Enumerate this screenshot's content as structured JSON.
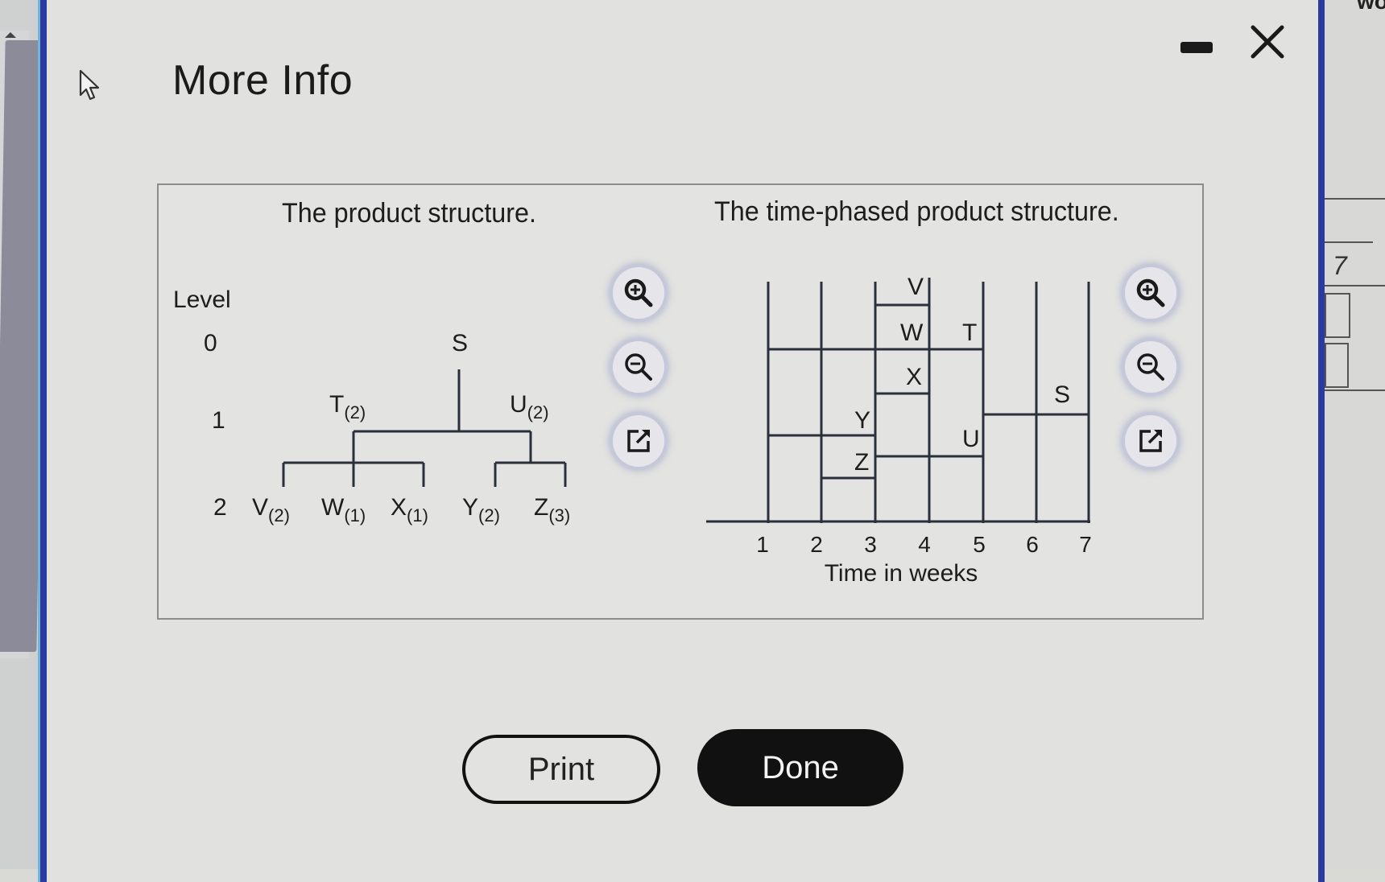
{
  "dialog": {
    "title": "More Info",
    "minimize_label": "minimize",
    "close_label": "close"
  },
  "left_panel": {
    "title": "The product structure.",
    "level_header": "Level",
    "levels": [
      "0",
      "1",
      "2"
    ],
    "nodes": {
      "S": {
        "name": "S",
        "qty": ""
      },
      "T": {
        "name": "T",
        "qty": "(2)"
      },
      "U": {
        "name": "U",
        "qty": "(2)"
      },
      "V": {
        "name": "V",
        "qty": "(2)"
      },
      "W": {
        "name": "W",
        "qty": "(1)"
      },
      "X": {
        "name": "X",
        "qty": "(1)"
      },
      "Y": {
        "name": "Y",
        "qty": "(2)"
      },
      "Z": {
        "name": "Z",
        "qty": "(3)"
      }
    },
    "tools": [
      "zoom-in",
      "zoom-out",
      "open-external"
    ]
  },
  "right_panel": {
    "title": "The time-phased product structure.",
    "x_label": "Time in weeks",
    "x_ticks": [
      "1",
      "2",
      "3",
      "4",
      "5",
      "6",
      "7"
    ],
    "labels": {
      "V": "V",
      "W": "W",
      "X": "X",
      "T": "T",
      "Y": "Y",
      "Z": "Z",
      "U": "U",
      "S": "S"
    },
    "tools": [
      "zoom-in",
      "zoom-out",
      "open-external"
    ]
  },
  "buttons": {
    "print": "Print",
    "done": "Done"
  },
  "background": {
    "right_value": "7"
  },
  "chart_data": {
    "type": "gantt",
    "title": "The time-phased product structure.",
    "xlabel": "Time in weeks",
    "x_ticks": [
      1,
      2,
      3,
      4,
      5,
      6,
      7
    ],
    "xlim": [
      1,
      7
    ],
    "bars": [
      {
        "item": "S",
        "start": 5,
        "end": 7
      },
      {
        "item": "T",
        "start": 1,
        "end": 5
      },
      {
        "item": "U",
        "start": 3,
        "end": 5
      },
      {
        "item": "V",
        "start": 3,
        "end": 4
      },
      {
        "item": "W",
        "start": 3,
        "end": 4
      },
      {
        "item": "X",
        "start": 3,
        "end": 4
      },
      {
        "item": "Y",
        "start": 1,
        "end": 3
      },
      {
        "item": "Z",
        "start": 2,
        "end": 3
      }
    ],
    "product_structure": {
      "S": {
        "children": [
          {
            "item": "T",
            "qty": 2
          },
          {
            "item": "U",
            "qty": 2
          }
        ]
      },
      "T": {
        "children": [
          {
            "item": "V",
            "qty": 2
          },
          {
            "item": "W",
            "qty": 1
          },
          {
            "item": "X",
            "qty": 1
          }
        ]
      },
      "U": {
        "children": [
          {
            "item": "Y",
            "qty": 2
          },
          {
            "item": "Z",
            "qty": 3
          }
        ]
      }
    }
  }
}
